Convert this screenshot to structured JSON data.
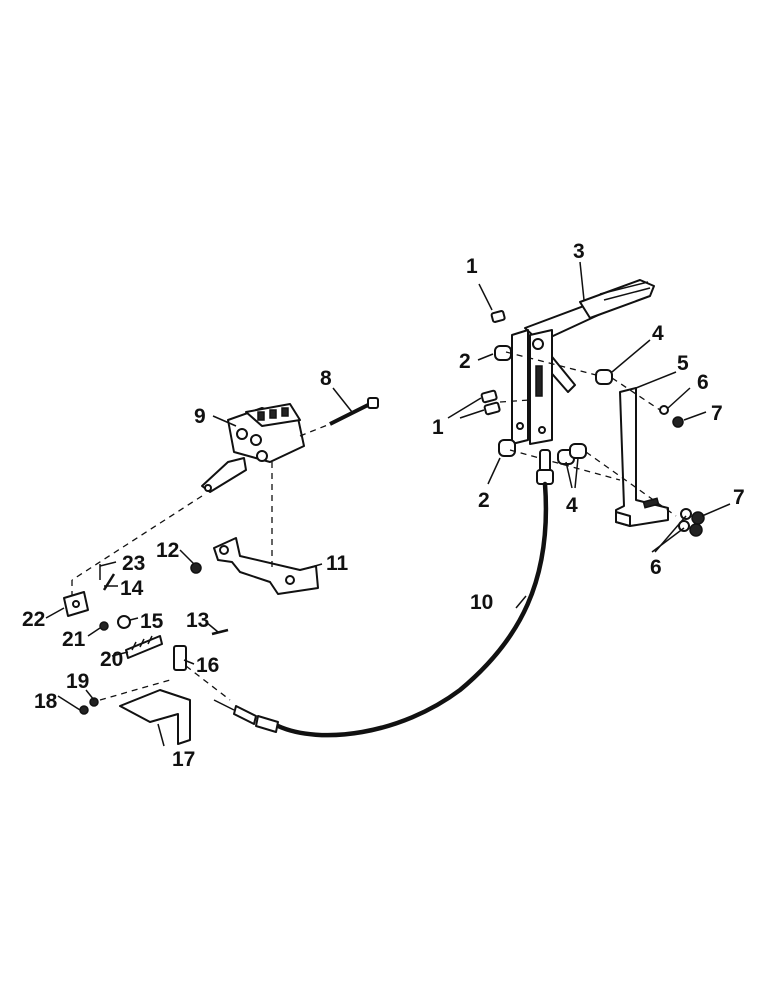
{
  "diagram": {
    "callouts": [
      "1",
      "2",
      "3",
      "4",
      "5",
      "6",
      "7",
      "8",
      "9",
      "10",
      "11",
      "12",
      "13",
      "14",
      "15",
      "16",
      "17",
      "18",
      "19",
      "20",
      "21",
      "22",
      "23"
    ],
    "parts": [
      {
        "id": "1",
        "name": "bolt"
      },
      {
        "id": "2",
        "name": "spacer"
      },
      {
        "id": "3",
        "name": "control-lever"
      },
      {
        "id": "4",
        "name": "spacer"
      },
      {
        "id": "5",
        "name": "mounting-bracket"
      },
      {
        "id": "6",
        "name": "washer"
      },
      {
        "id": "7",
        "name": "nut"
      },
      {
        "id": "8",
        "name": "bolt"
      },
      {
        "id": "9",
        "name": "valve-assembly"
      },
      {
        "id": "10",
        "name": "control-cable"
      },
      {
        "id": "11",
        "name": "valve-bracket"
      },
      {
        "id": "12",
        "name": "nut"
      },
      {
        "id": "13",
        "name": "bolt"
      },
      {
        "id": "14",
        "name": "pin"
      },
      {
        "id": "15",
        "name": "nut"
      },
      {
        "id": "16",
        "name": "cable-clamp"
      },
      {
        "id": "17",
        "name": "cable-bracket"
      },
      {
        "id": "18",
        "name": "bolt"
      },
      {
        "id": "19",
        "name": "washer"
      },
      {
        "id": "20",
        "name": "spring"
      },
      {
        "id": "21",
        "name": "nut"
      },
      {
        "id": "22",
        "name": "clevis"
      },
      {
        "id": "23",
        "name": "cotter-pin"
      }
    ]
  }
}
